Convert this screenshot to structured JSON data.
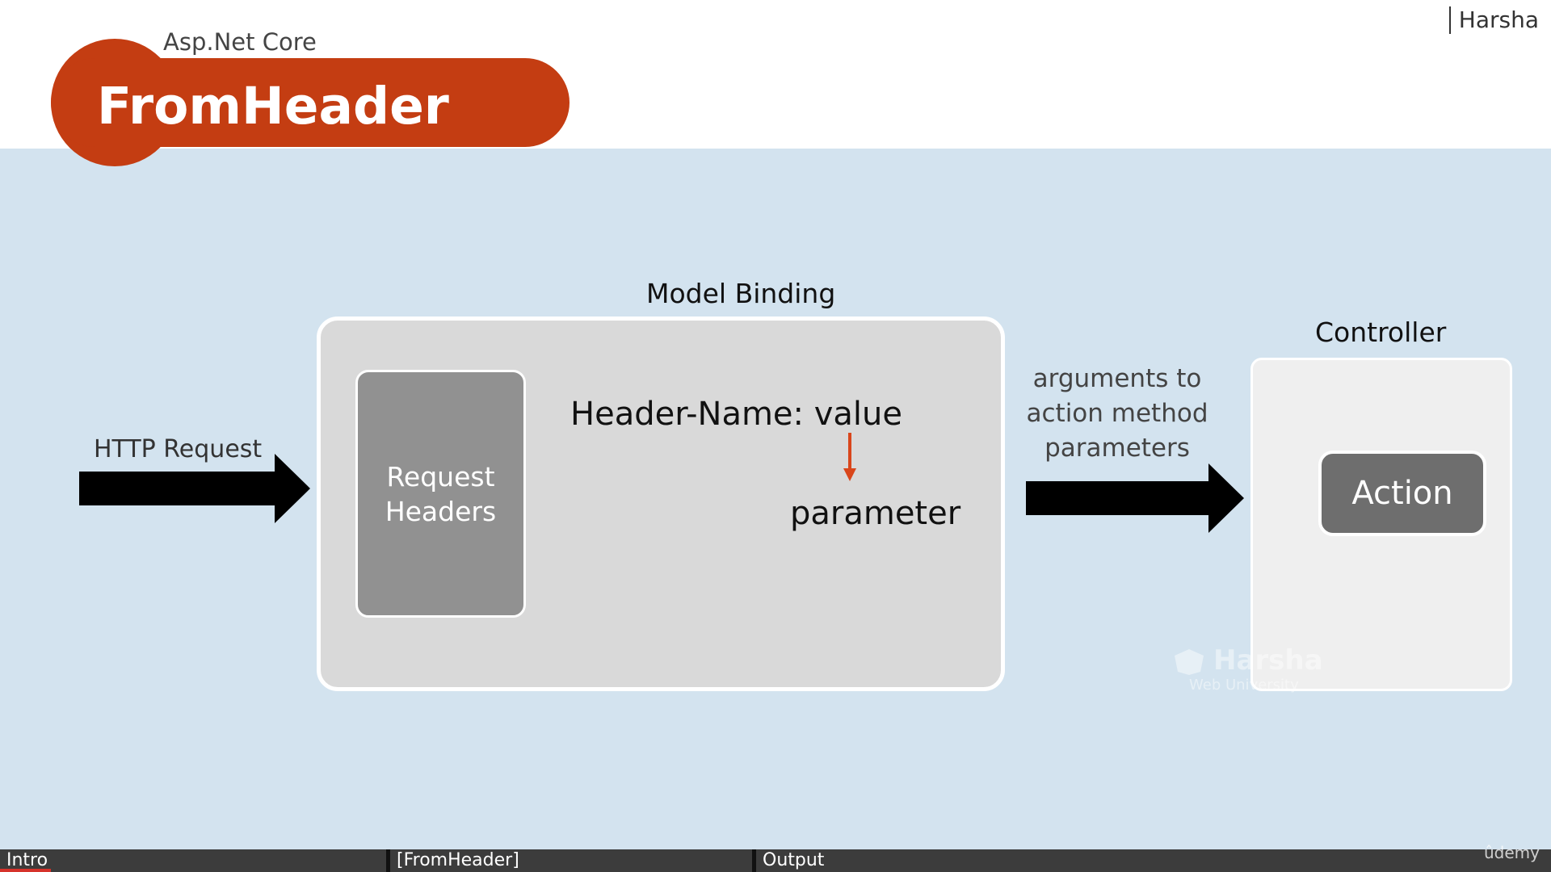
{
  "header": {
    "brand": "Harsha",
    "subtitle": "Asp.Net Core",
    "title": "FromHeader",
    "accent_color": "#c43d12"
  },
  "diagram": {
    "http_request_label": "HTTP Request",
    "model_binding_label": "Model Binding",
    "request_headers_line1": "Request",
    "request_headers_line2": "Headers",
    "header_name_value": "Header-Name: value",
    "parameter_label": "parameter",
    "arguments_line1": "arguments to",
    "arguments_line2": "action method",
    "arguments_line3": "parameters",
    "controller_label": "Controller",
    "action_label": "Action",
    "small_arrow_color": "#d9461b"
  },
  "watermark": {
    "name": "Harsha",
    "sub": "Web University",
    "icon": "shield-logo-icon"
  },
  "player": {
    "chapters": [
      {
        "label": "Intro"
      },
      {
        "label": "[FromHeader]"
      },
      {
        "label": "Output"
      }
    ],
    "progress_fraction": 0.033,
    "progress_color": "#d6322b",
    "platform_mark": "ûdemy"
  }
}
